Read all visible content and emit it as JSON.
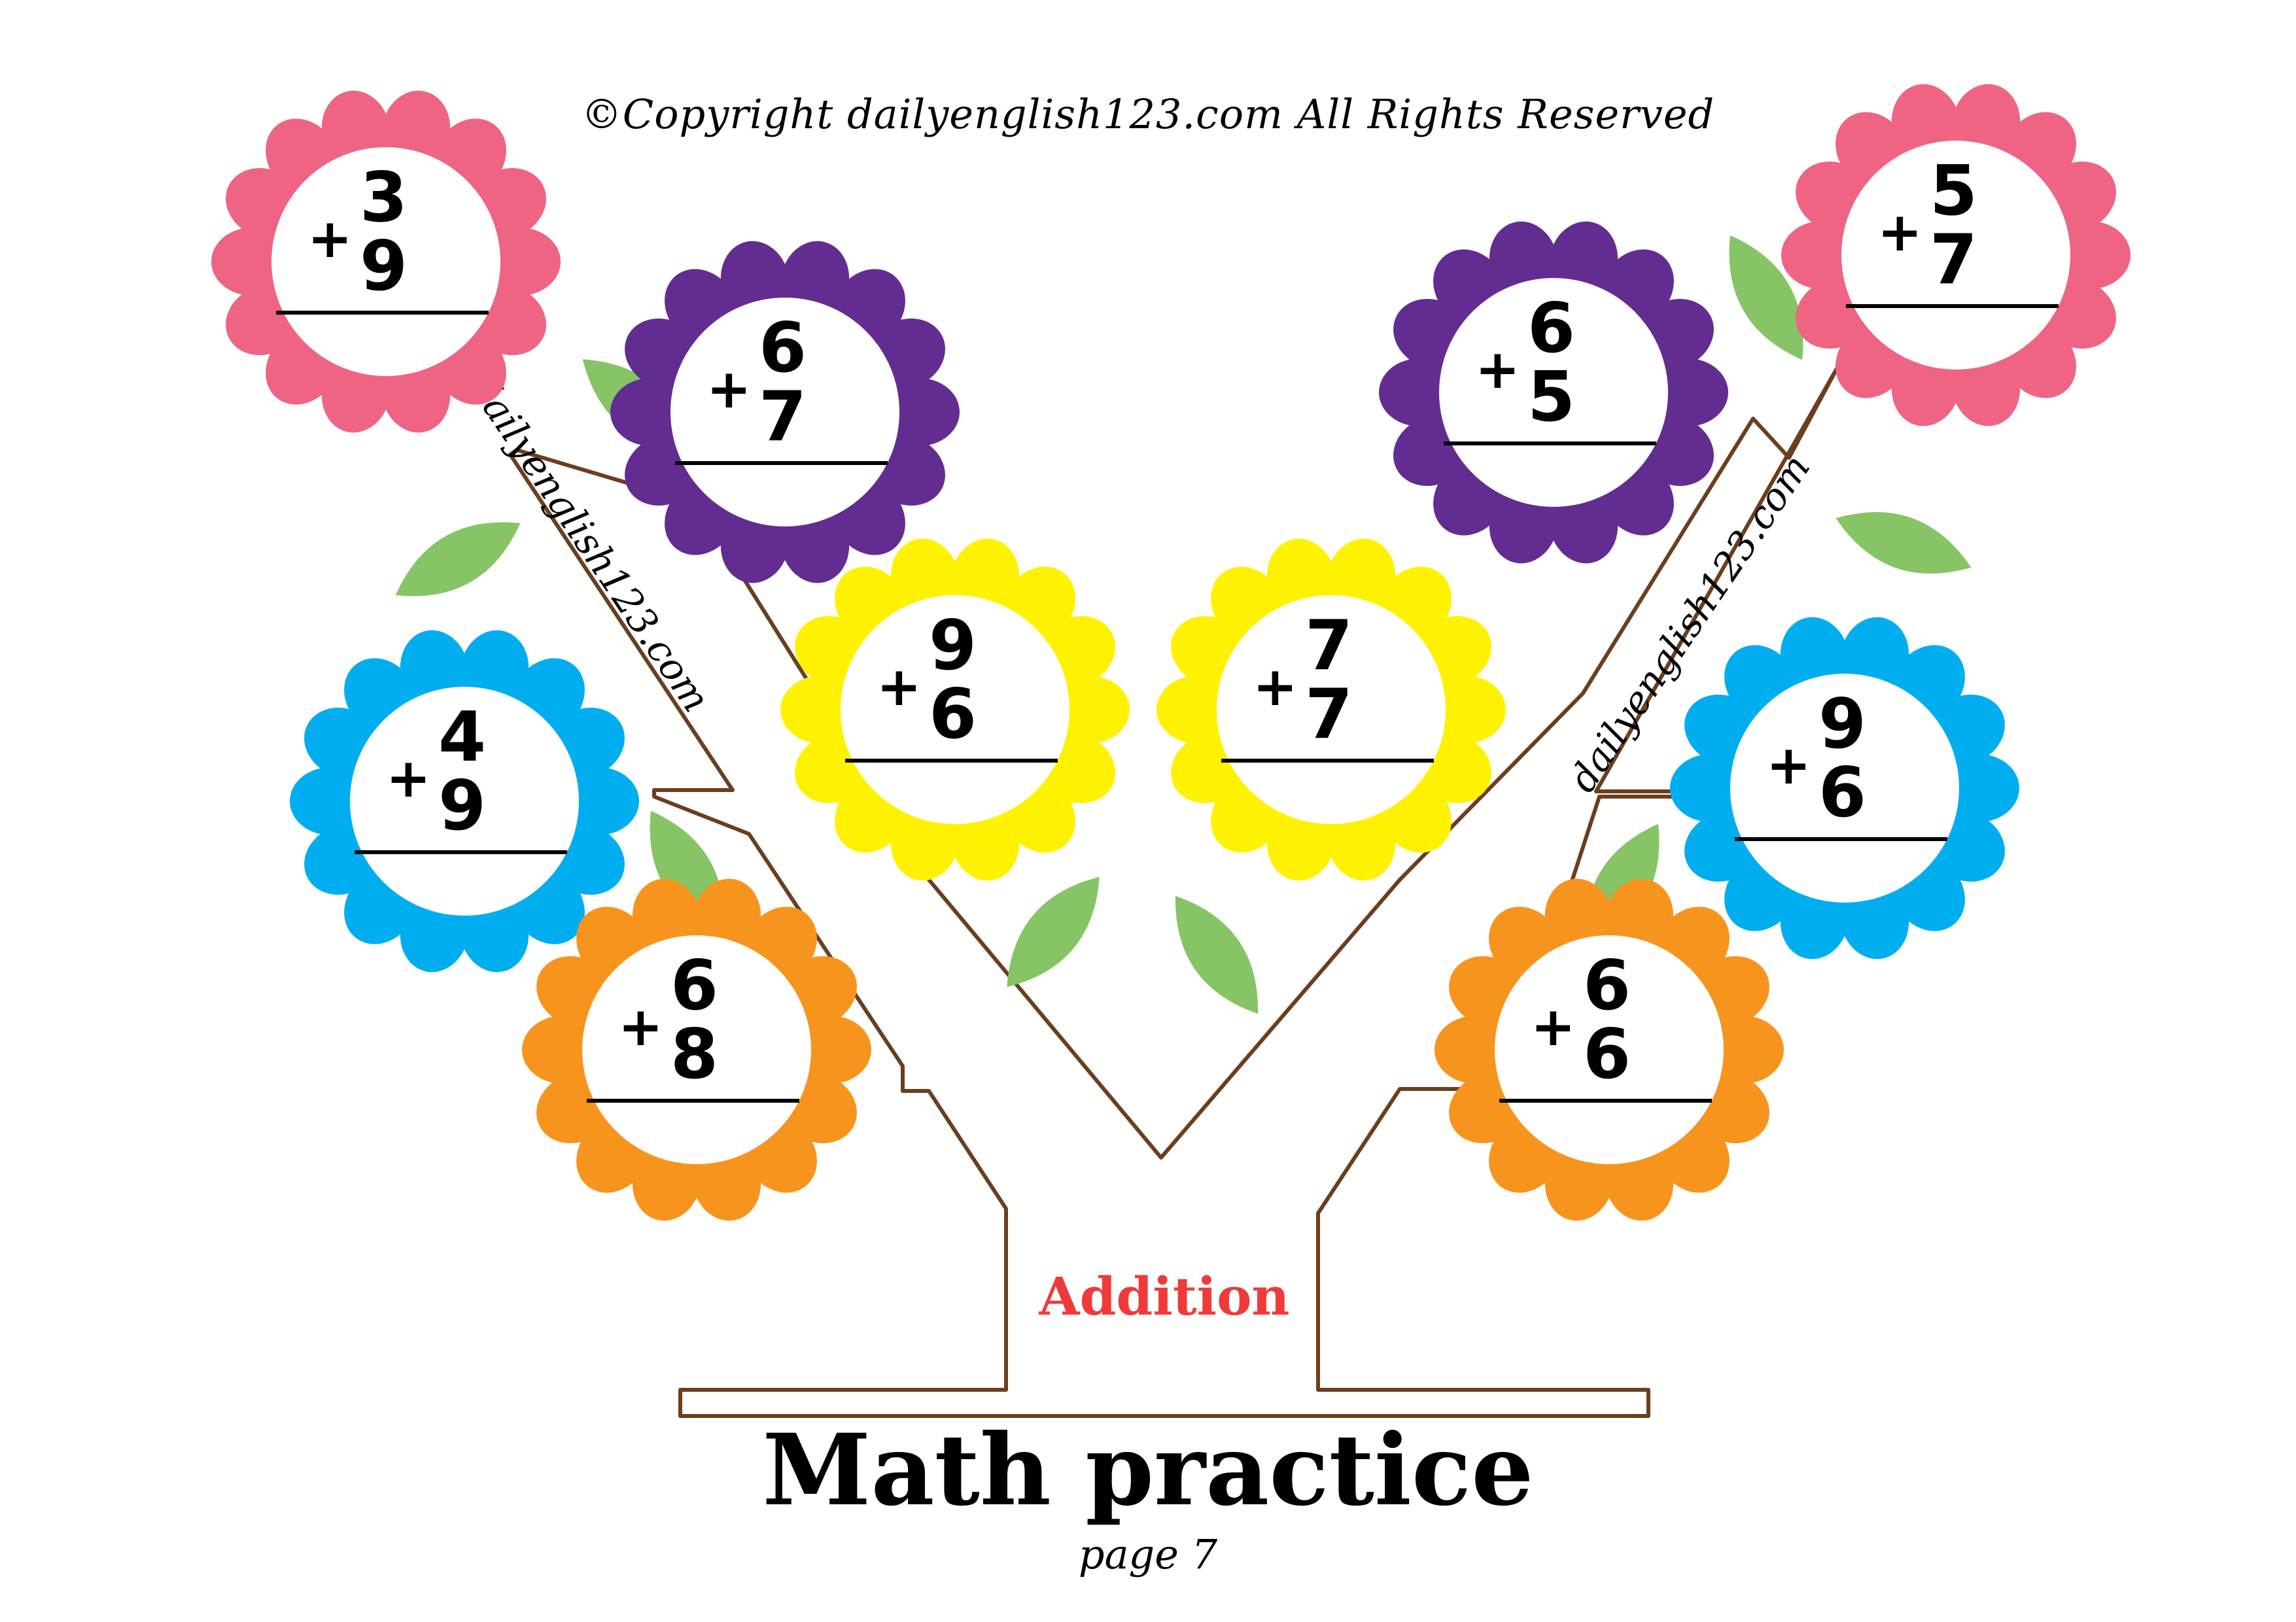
{
  "copyright": "©Copyright dailyenglish123.com  All Rights Reserved",
  "subtitle": "Addition",
  "title": "Math practice",
  "page": "page 7",
  "watermark_left": "dailyenglish123.com",
  "watermark_right": "dailyenglish123.com",
  "colors": {
    "pink": "#ef6482",
    "purple": "#632c91",
    "yellow": "#fff200",
    "blue": "#00aeef",
    "orange": "#f7941d",
    "leaf": "#86c465",
    "trunk": "#6b3e1f",
    "subtitle": "#ef3a3a"
  },
  "icons": [
    "flower-icon",
    "leaf-icon",
    "tree-icon"
  ],
  "problems": [
    {
      "color": "pink",
      "a": "3",
      "op": "+",
      "b": "9"
    },
    {
      "color": "purple",
      "a": "6",
      "op": "+",
      "b": "7"
    },
    {
      "color": "purple",
      "a": "6",
      "op": "+",
      "b": "5"
    },
    {
      "color": "pink",
      "a": "5",
      "op": "+",
      "b": "7"
    },
    {
      "color": "blue",
      "a": "4",
      "op": "+",
      "b": "9"
    },
    {
      "color": "yellow",
      "a": "9",
      "op": "+",
      "b": "6"
    },
    {
      "color": "yellow",
      "a": "7",
      "op": "+",
      "b": "7"
    },
    {
      "color": "blue",
      "a": "9",
      "op": "+",
      "b": "6"
    },
    {
      "color": "orange",
      "a": "6",
      "op": "+",
      "b": "8"
    },
    {
      "color": "orange",
      "a": "6",
      "op": "+",
      "b": "6"
    }
  ]
}
